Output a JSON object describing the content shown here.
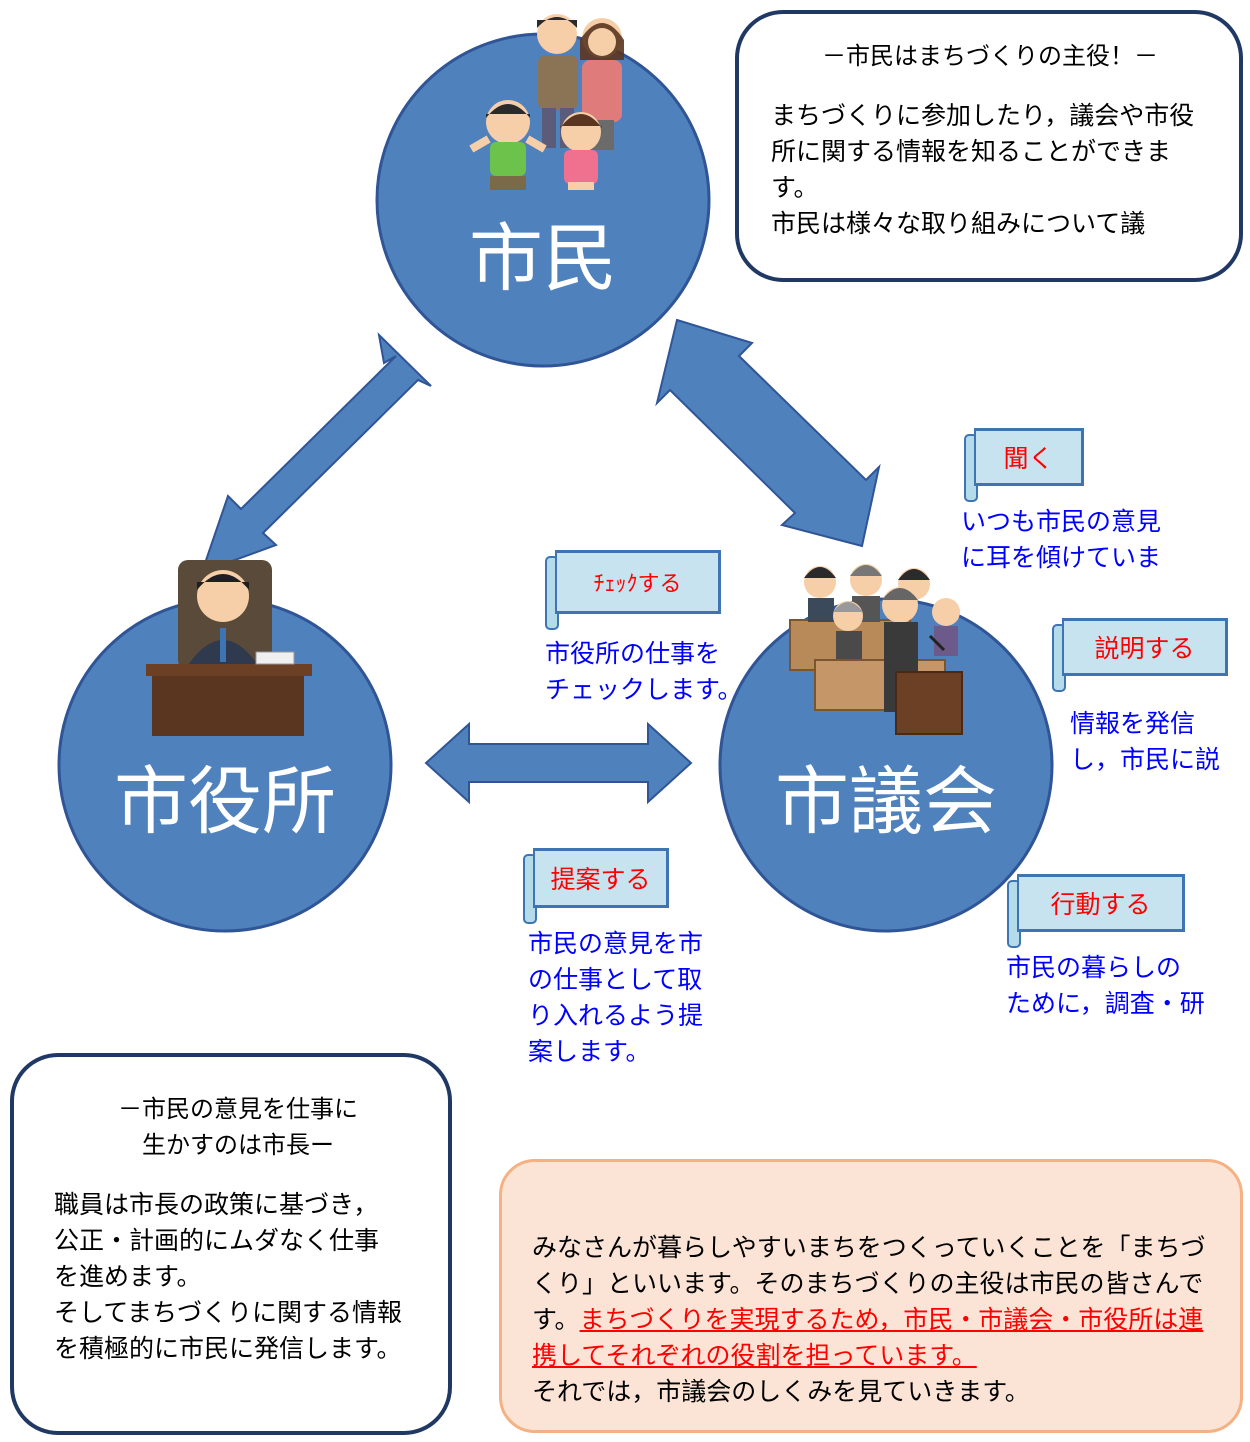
{
  "nodes": {
    "citizen": "市民",
    "city_hall": "市役所",
    "council": "市議会"
  },
  "citizen_box": {
    "title": "－市民はまちづくりの主役！－",
    "body": "まちづくりに参加したり，議会や市役\n所に関する情報を知ることができま\nす。\n市民は様々な取り組みについて議"
  },
  "mayor_box": {
    "title": "－市民の意見を仕事に\n生かすのは市長ー",
    "body": "職員は市長の政策に基づき，\n公正・計画的にムダなく仕事\nを進めます。\nそしてまちづくりに関する情報\nを積極的に市民に発信します。"
  },
  "roles": {
    "check": {
      "label": "ﾁｪｯｸする",
      "text": "市役所の仕事を\nチェックします。"
    },
    "propose": {
      "label": "提案する",
      "text": "市民の意見を市\nの仕事として取\nり入れるよう提\n案します。"
    },
    "listen": {
      "label": "聞く",
      "text": "いつも市民の意見\nに耳を傾けていま"
    },
    "explain": {
      "label": "説明する",
      "text": "情報を発信\nし，市民に説"
    },
    "act": {
      "label": "行動する",
      "text": "市民の暮らしの\nために，調査・研"
    }
  },
  "summary": {
    "part1": "みなさんが暮らしやすいまちをつくっていくことを「まちづくり」といいます。そのまちづくりの主役は市民の皆さんです。",
    "highlight": "まちづくりを実現するため，市民・市議会・市役所は連携してそれぞれの役割を担っています。",
    "part2": "それでは，市議会のしくみを見ていきます。"
  },
  "colors": {
    "circle": "#4f81bd",
    "circle_border": "#2f5597",
    "arrow": "#4f81bd",
    "role_label": "#ff0000",
    "role_text": "#0000ff",
    "summary_bg": "#fbe4d5",
    "summary_border": "#f4b183"
  },
  "icons": [
    "family-illustration",
    "mayor-illustration",
    "council-illustration"
  ]
}
